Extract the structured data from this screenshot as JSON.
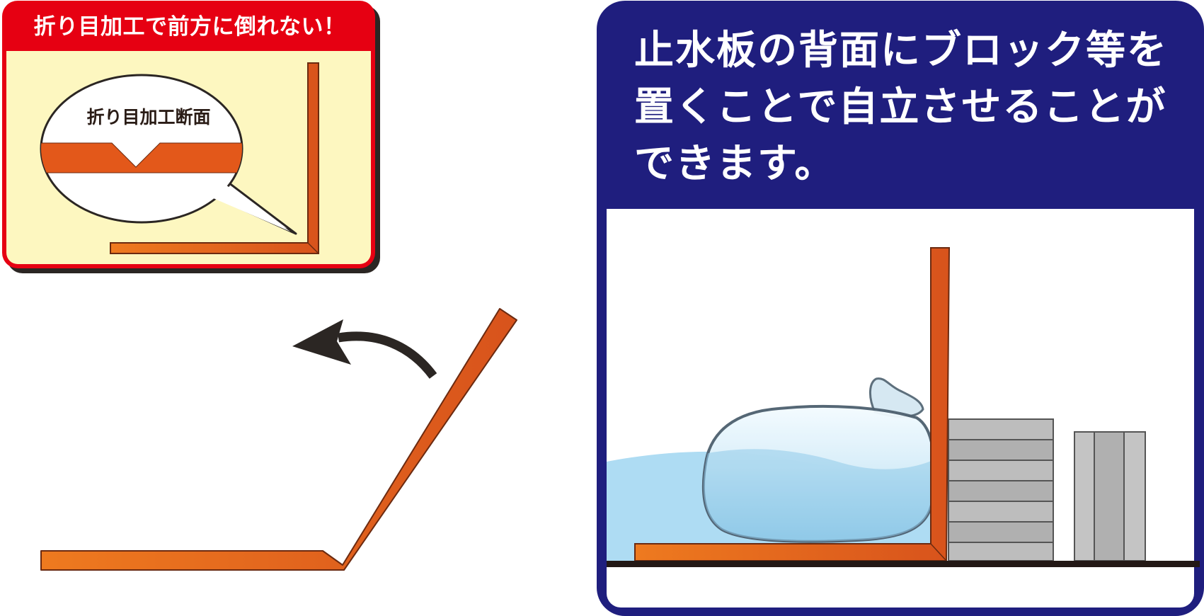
{
  "inset": {
    "title": "折り目加工で前方に倒れない！",
    "bubble_label": "折り目加工断面"
  },
  "panel": {
    "heading_lines": [
      "止水板の背面にブロック等を",
      "置くことで自立させることが",
      "できます。"
    ]
  },
  "colors": {
    "navy": "#1f1e7e",
    "orange": "#e3581a",
    "orange_light": "#ee7a1f",
    "red": "#e60012",
    "cream": "#fdf7c0",
    "water": "#aedcf3",
    "block_gray": "#b5b5b5"
  }
}
